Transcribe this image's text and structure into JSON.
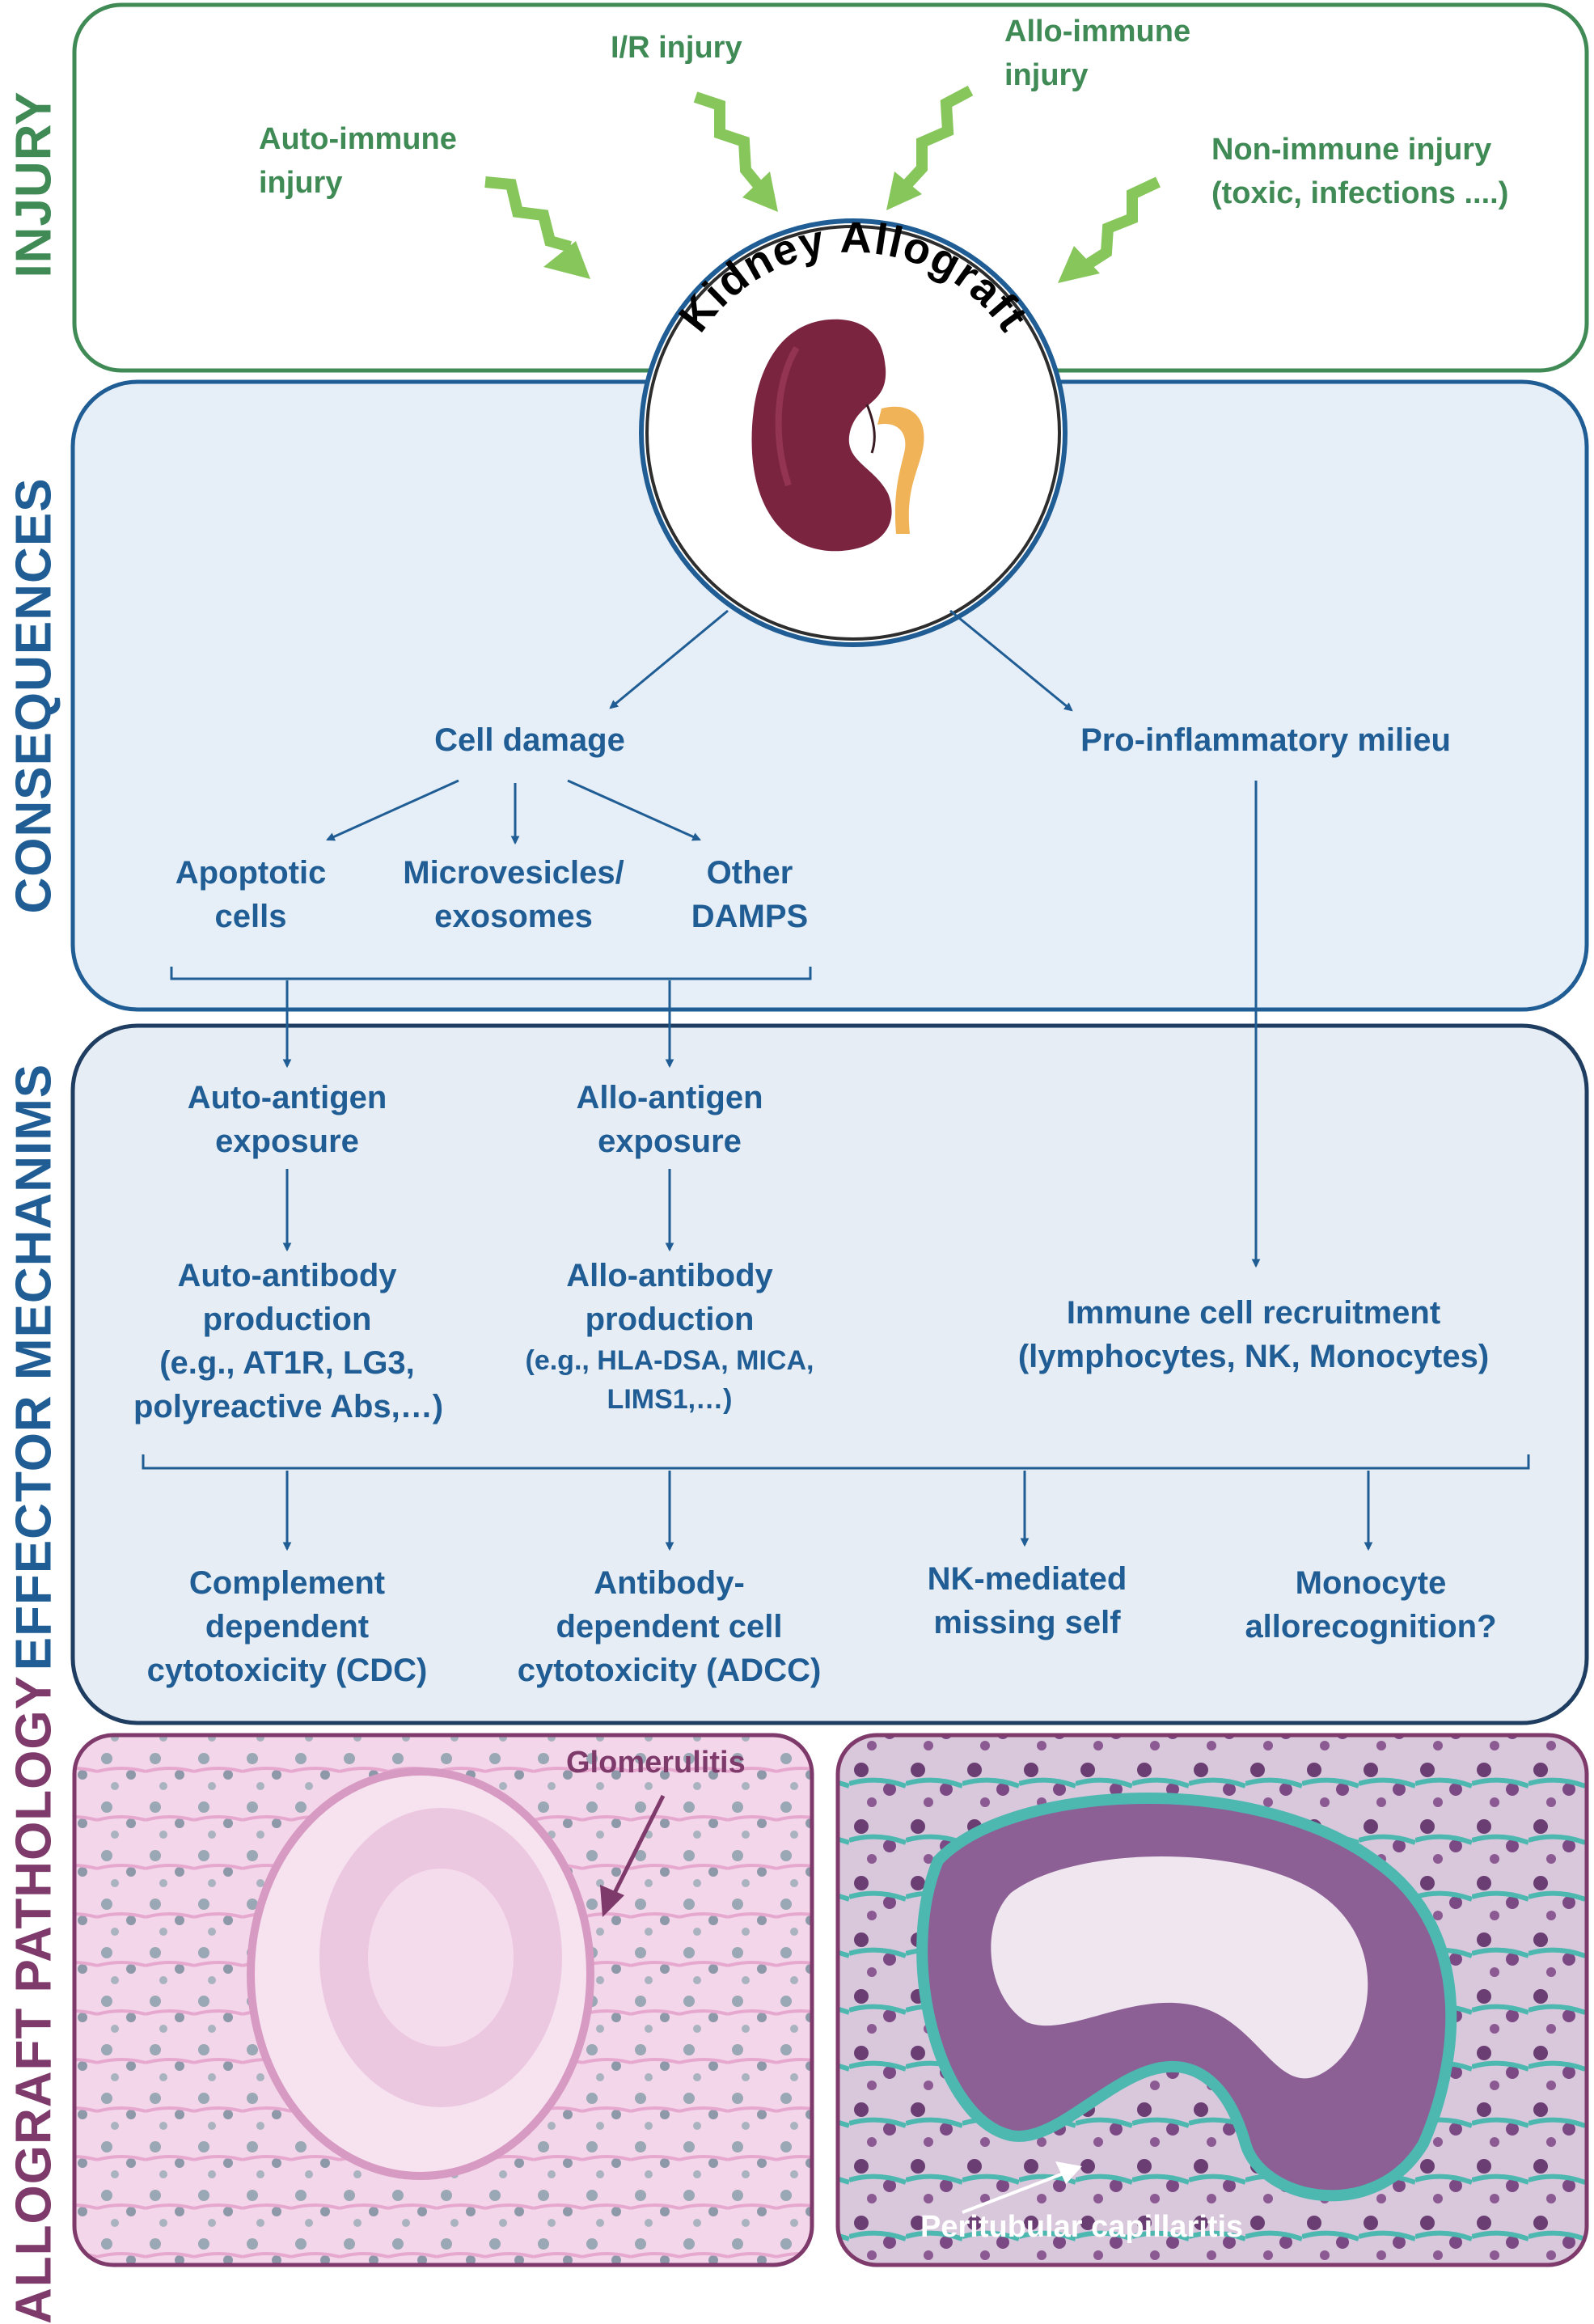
{
  "sections": {
    "injury": "INJURY",
    "consequences": "CONSEQUENCES",
    "effector": "EFFECTOR MECHANIMS",
    "pathology": "ALLOGRAFT PATHOLOGY"
  },
  "colors": {
    "injury": "#3f8a55",
    "consequences": "#1f5d94",
    "effector": "#1f4d7a",
    "pathology": "#7e3a6a",
    "arrow_green": "#86c65a",
    "kidney": "#7a2440",
    "ureter": "#f0b357",
    "panel_fill": "#e6eef7"
  },
  "injury": {
    "auto": [
      "Auto-immune",
      "injury"
    ],
    "ir": "I/R injury",
    "allo": [
      "Allo-immune",
      "injury"
    ],
    "nonimmune": [
      "Non-immune injury",
      "(toxic, infections ....)"
    ]
  },
  "graft": {
    "title": "Kidney Allograft"
  },
  "consequences": {
    "cell_damage": "Cell damage",
    "pro_inflammatory": "Pro-inflammatory milieu",
    "apoptotic": [
      "Apoptotic",
      "cells"
    ],
    "microvesicles": [
      "Microvesicles/",
      "exosomes"
    ],
    "damps": [
      "Other",
      "DAMPS"
    ]
  },
  "effector": {
    "auto_antigen": [
      "Auto-antigen",
      "exposure"
    ],
    "allo_antigen": [
      "Allo-antigen",
      "exposure"
    ],
    "auto_antibody": [
      "Auto-antibody",
      "production",
      "(e.g., AT1R, LG3,",
      "polyreactive Abs,…)"
    ],
    "allo_antibody": [
      "Allo-antibody",
      "production",
      "(e.g., HLA-DSA, MICA,",
      "LIMS1,…)"
    ],
    "immune_recruit": [
      "Immune cell recruitment",
      "(lymphocytes, NK, Monocytes)"
    ],
    "cdc": [
      "Complement",
      "dependent",
      "cytotoxicity (CDC)"
    ],
    "adcc": [
      "Antibody-",
      "dependent cell",
      "cytotoxicity (ADCC)"
    ],
    "nk": [
      "NK-mediated",
      "missing self"
    ],
    "monocyte": [
      "Monocyte",
      "allorecognition?"
    ]
  },
  "pathology": {
    "left_label": "Glomerulitis",
    "right_label": "Peritubular capillaritis"
  }
}
